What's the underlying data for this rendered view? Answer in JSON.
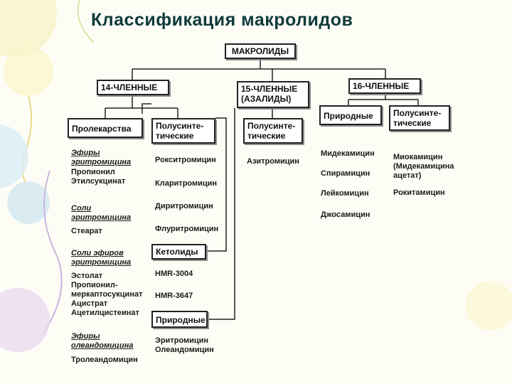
{
  "title": "Классификация макролидов",
  "root": "МАКРОЛИДЫ",
  "groups": {
    "g14": "14-ЧЛЕННЫЕ",
    "g15": "15-ЧЛЕННЫЕ\n(АЗАЛИДЫ)",
    "g16": "16-ЧЛЕННЫЕ"
  },
  "sub": {
    "prodrugs": "Пролекарства",
    "semi14": "Полусинте-\nтические",
    "semi15": "Полусинте-\nтические",
    "natural16": "Природные",
    "semi16": "Полусинте-\nтические",
    "ketolides": "Кетолиды",
    "natural14": "Природные"
  },
  "prodrugs_list": [
    {
      "head": "Эфиры\nэритромицина",
      "items": "Пропионил\nЭтилсукцинат"
    },
    {
      "head": "Соли\nэритромицина",
      "items": "Стеарат"
    },
    {
      "head": "Соли эфиров\nэритромицина",
      "items": "Эстолат\nПропионил-\nмеркаптосукцинат\nАцистрат\nАцетилцистеинат"
    },
    {
      "head": "Эфиры\nолеандомицина",
      "items": "Тролеандомицин"
    }
  ],
  "semi14_items": [
    "Рокситромицин",
    "Кларитромицин",
    "Диритромицин",
    "Флуритромицин"
  ],
  "ketolide_items": [
    "HMR-3004",
    "HMR-3647"
  ],
  "natural14_items": "Эритромицин\nОлеандомицин",
  "semi15_items": [
    "Азитромицин"
  ],
  "natural16_items": [
    "Мидекамицин",
    "Спирамицин",
    "Лейкомицин",
    "Джосамицин"
  ],
  "semi16_items": [
    "Миокамицин\n(Мидекамицина\nацетат)",
    "Рокитамицин"
  ]
}
